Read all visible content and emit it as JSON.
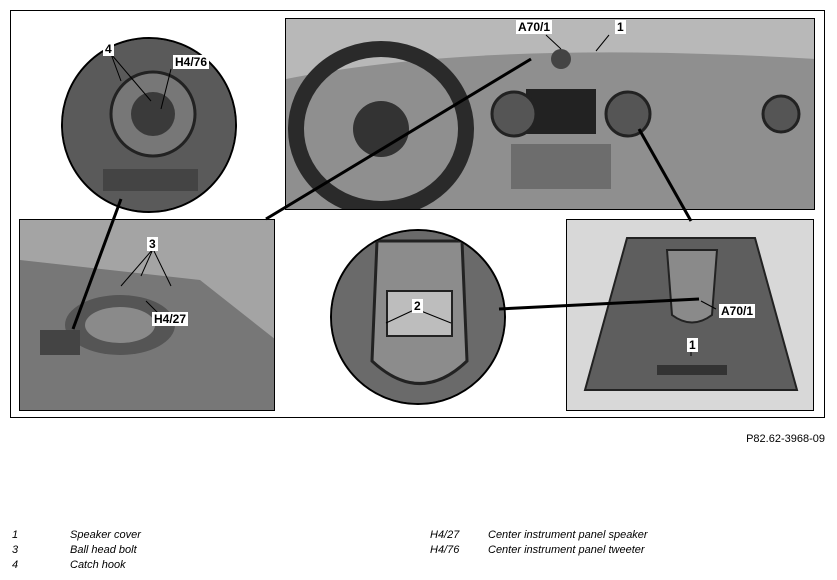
{
  "figure": {
    "callouts": {
      "a70_1_top": "A70/1",
      "one_top": "1",
      "four": "4",
      "h4_76": "H4/76",
      "three": "3",
      "h4_27": "H4/27",
      "two": "2",
      "a70_1_right": "A70/1",
      "one_right": "1"
    },
    "reference": "P82.62-3968-09"
  },
  "legend": {
    "left": [
      {
        "key": "1",
        "desc": "Speaker cover"
      },
      {
        "key": "3",
        "desc": "Ball head bolt"
      },
      {
        "key": "4",
        "desc": "Catch hook"
      }
    ],
    "right": [
      {
        "key": "H4/27",
        "desc": "Center instrument panel speaker"
      },
      {
        "key": "H4/76",
        "desc": "Center instrument panel tweeter"
      }
    ]
  }
}
